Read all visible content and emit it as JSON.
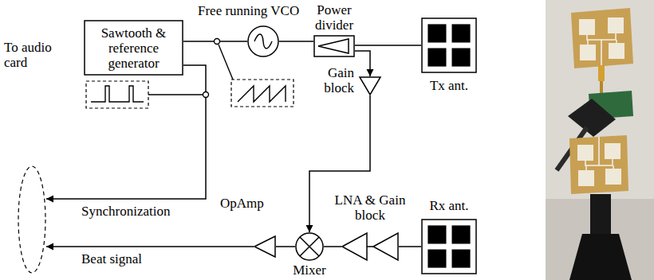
{
  "diagram": {
    "nodes": [
      {
        "text": [
          "To audio card"
        ]
      },
      {
        "text": [
          "Sawtooth & reference generator"
        ]
      },
      {
        "text": [
          "Free running VCO"
        ]
      },
      {
        "text": [
          "Power divider"
        ]
      },
      {
        "text": [
          "Tx ant."
        ]
      },
      {
        "text": [
          "Gain block"
        ]
      },
      {
        "text": [
          "LNA & Gain block"
        ]
      },
      {
        "text": [
          "Rx ant."
        ]
      },
      {
        "text": [
          "Mixer"
        ]
      },
      {
        "text": [
          "OpAmp"
        ]
      }
    ],
    "edges": [
      {
        "from": 1,
        "to": 2,
        "arrow": "none"
      },
      {
        "from": 2,
        "to": 3,
        "arrow": "none"
      },
      {
        "from": 3,
        "to": 4,
        "arrow": "none"
      },
      {
        "from": 3,
        "to": 5,
        "arrow": "to"
      },
      {
        "from": 5,
        "to": 8,
        "arrow": "to"
      },
      {
        "from": 7,
        "to": 6,
        "arrow": "none"
      },
      {
        "from": 6,
        "to": 8,
        "arrow": "none"
      },
      {
        "from": 8,
        "to": 9,
        "arrow": "none"
      },
      {
        "from": 9,
        "to": 0,
        "label": "Beat signal",
        "arrow": "to"
      },
      {
        "from": 1,
        "to": 0,
        "label": "Synchronization",
        "arrow": "to"
      }
    ]
  }
}
